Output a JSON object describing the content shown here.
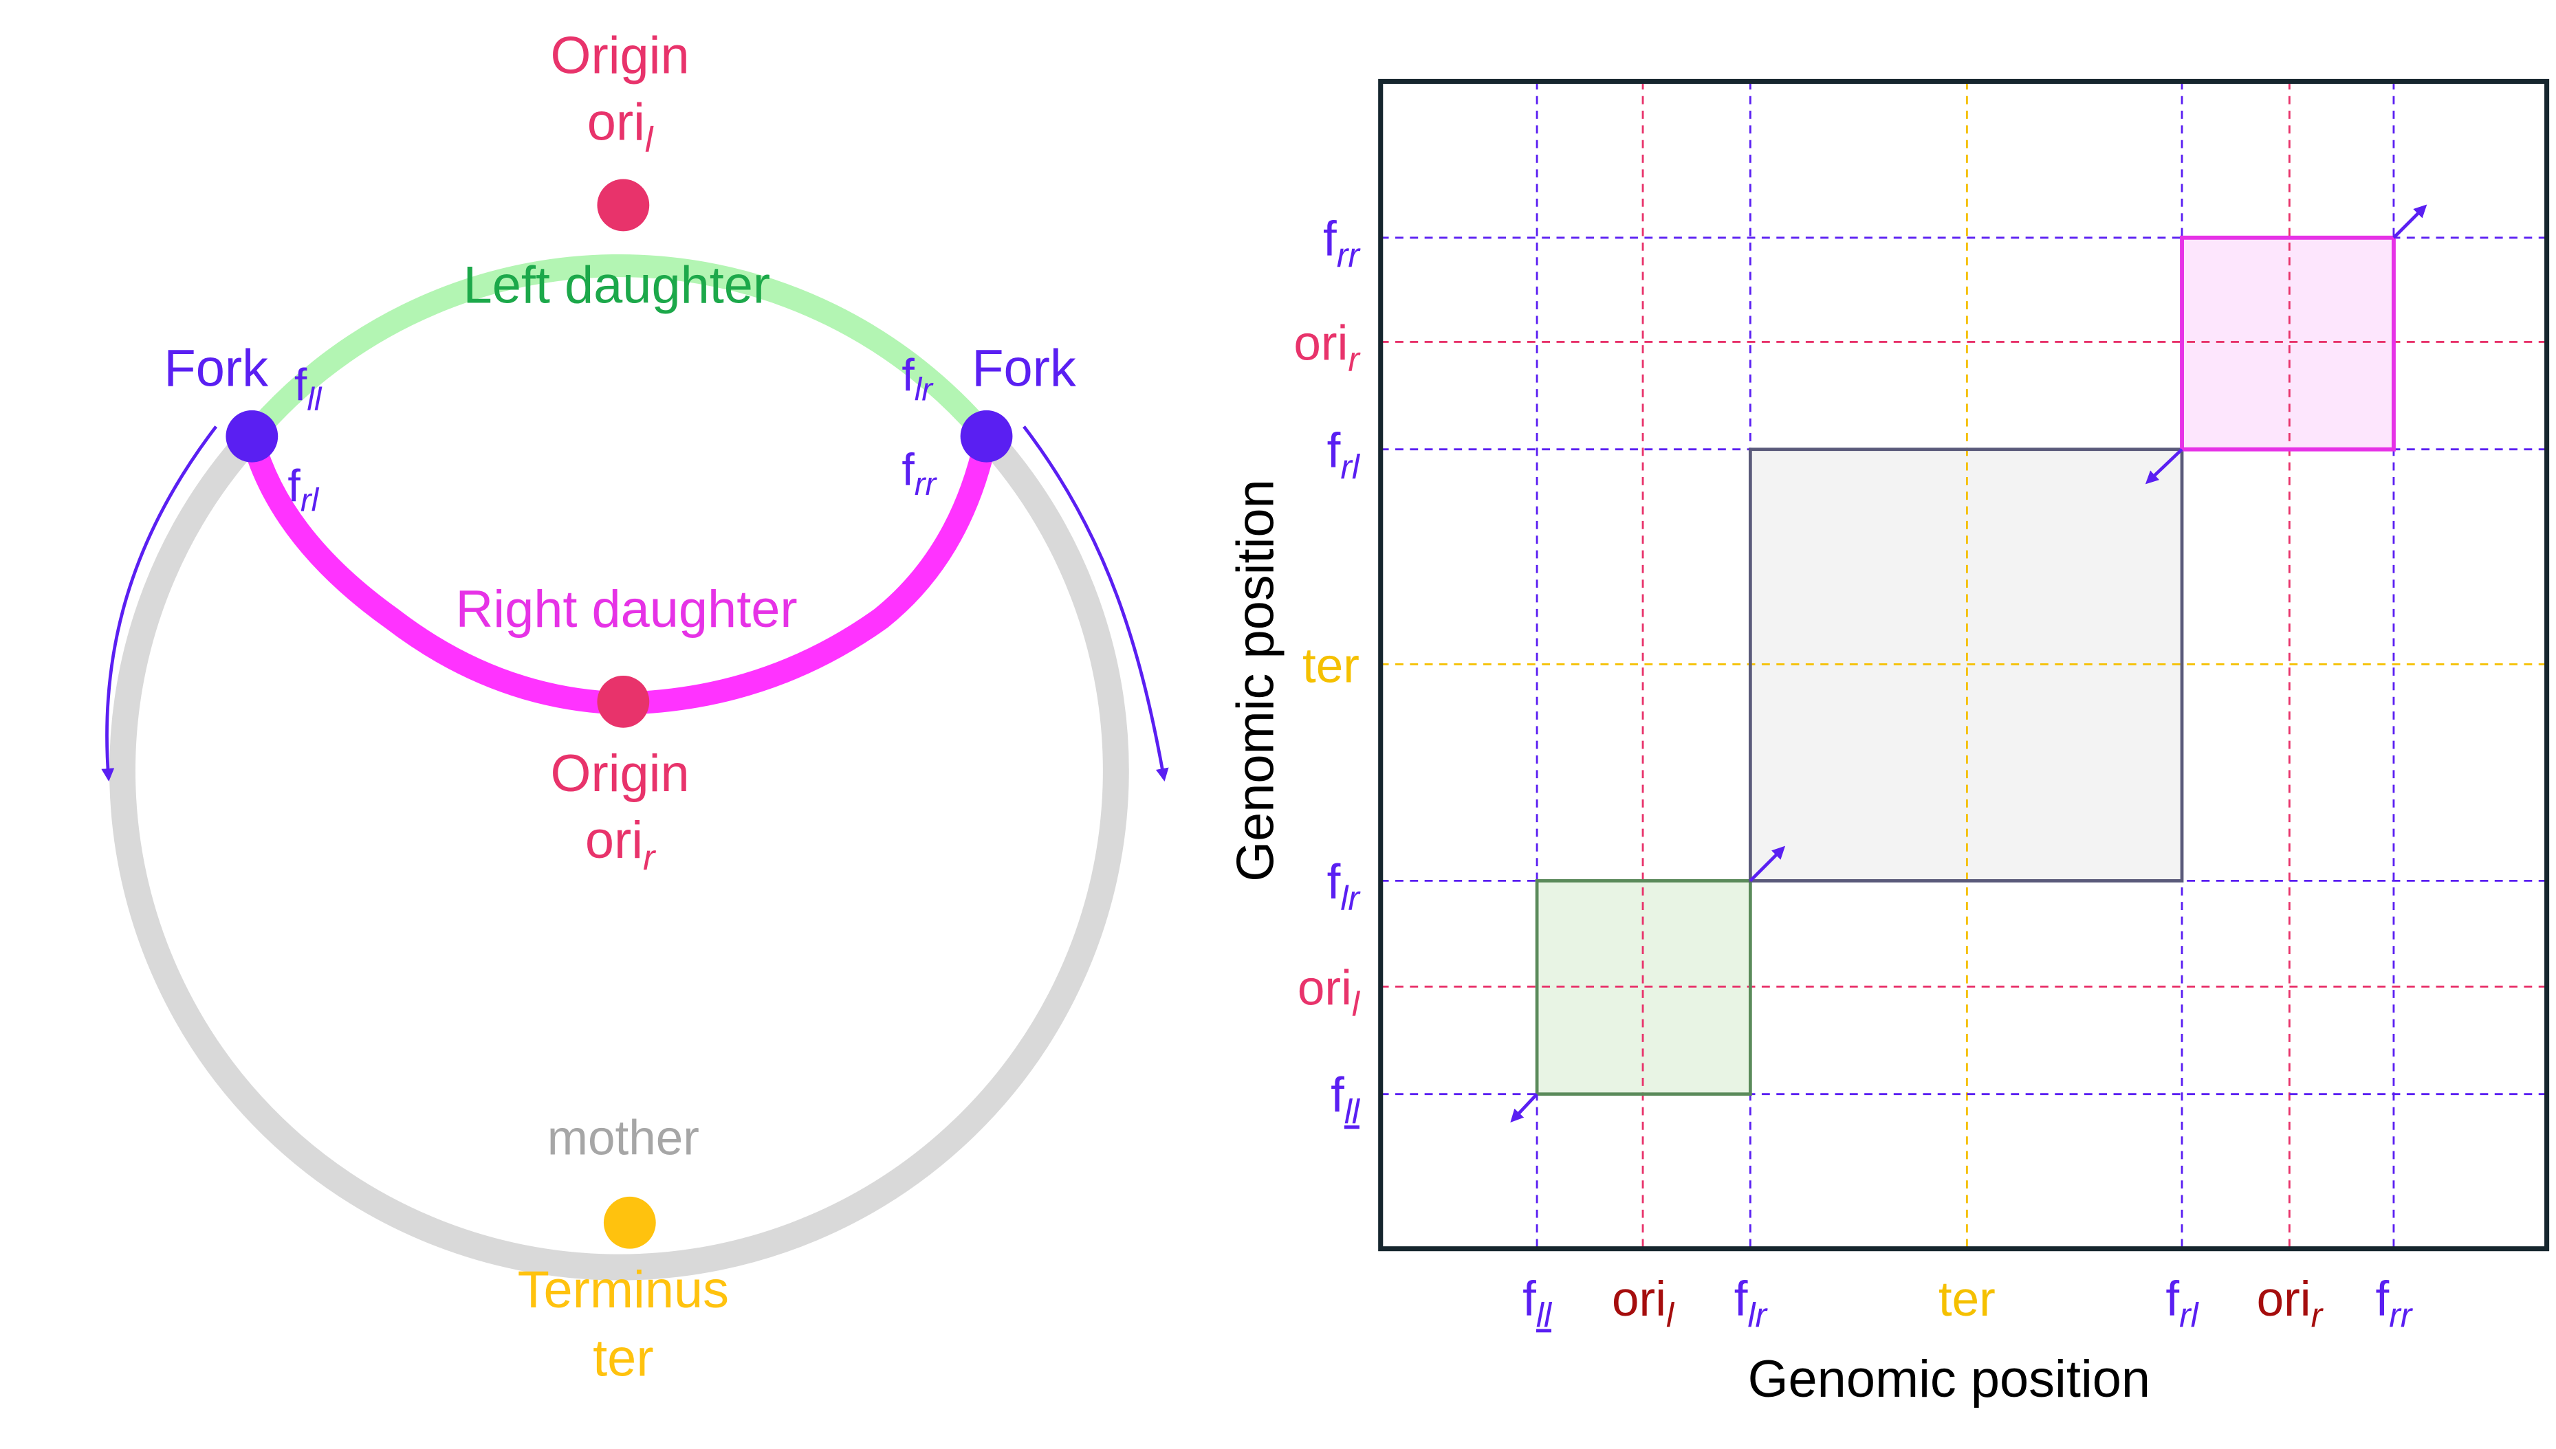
{
  "colors": {
    "left_daughter": "#b3f5b3",
    "right_daughter": "#ff33ff",
    "mother": "#d9d9d9",
    "origin": "#e8336b",
    "fork": "#5a1ff2",
    "terminus": "#ffc20e",
    "left_label": "#1ca84a",
    "right_label": "#e632e6",
    "mother_label": "#a6a6a6",
    "ori_tick": "#e8336b",
    "ori_tick_x": "#a50d0d",
    "ter": "#f5c000",
    "axis": "#16262e",
    "green_box_fill": "#e8f4e4",
    "grey_box_fill": "#f3f3f3",
    "pink_box_fill": "#fde6fd",
    "pink_box_stroke": "#e632e6"
  },
  "circle": {
    "origin_top": {
      "title": "Origin",
      "name": "ori",
      "sub": "l"
    },
    "origin_bottom": {
      "title": "Origin",
      "name": "ori",
      "sub": "r"
    },
    "left_daughter_label": "Left daughter",
    "right_daughter_label": "Right daughter",
    "mother_label": "mother",
    "terminus": {
      "title": "Terminus",
      "name": "ter"
    },
    "fork_left": {
      "label": "Fork",
      "upper": {
        "base": "f",
        "sub": "ll"
      },
      "lower": {
        "base": "f",
        "sub": "rl"
      }
    },
    "fork_right": {
      "label": "Fork",
      "upper": {
        "base": "f",
        "sub": "lr"
      },
      "lower": {
        "base": "f",
        "sub": "rr"
      }
    }
  },
  "chart": {
    "xlabel": "Genomic position",
    "ylabel": "Genomic position",
    "x_ticks": [
      {
        "base": "f",
        "sub": "ll",
        "kind": "fork"
      },
      {
        "base": "ori",
        "sub": "l",
        "kind": "ori"
      },
      {
        "base": "f",
        "sub": "lr",
        "kind": "fork"
      },
      {
        "base": "ter",
        "sub": "",
        "kind": "ter"
      },
      {
        "base": "f",
        "sub": "rl",
        "kind": "fork"
      },
      {
        "base": "ori",
        "sub": "r",
        "kind": "ori"
      },
      {
        "base": "f",
        "sub": "rr",
        "kind": "fork"
      }
    ],
    "y_ticks": [
      {
        "base": "f",
        "sub": "rr",
        "kind": "fork"
      },
      {
        "base": "ori",
        "sub": "r",
        "kind": "ori"
      },
      {
        "base": "f",
        "sub": "rl",
        "kind": "fork"
      },
      {
        "base": "ter",
        "sub": "",
        "kind": "ter"
      },
      {
        "base": "f",
        "sub": "lr",
        "kind": "fork"
      },
      {
        "base": "ori",
        "sub": "l",
        "kind": "ori"
      },
      {
        "base": "f",
        "sub": "ll",
        "kind": "fork"
      }
    ]
  }
}
